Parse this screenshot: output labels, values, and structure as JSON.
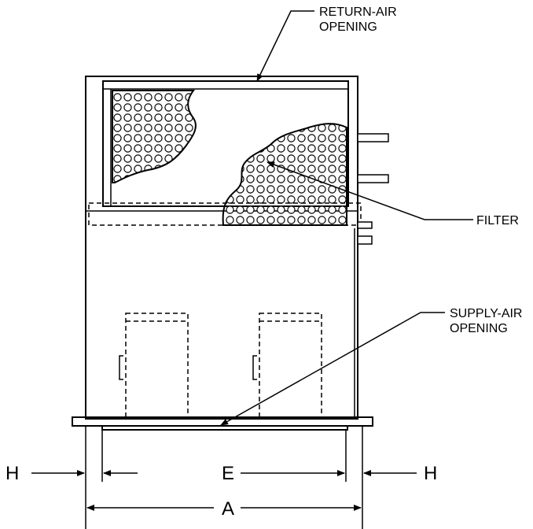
{
  "callouts": {
    "return_air": [
      "RETURN-AIR",
      "OPENING"
    ],
    "filter": "FILTER",
    "supply_air": [
      "SUPPLY-AIR",
      "OPENING"
    ]
  },
  "dimensions": {
    "h_left": "H",
    "e": "E",
    "h_right": "H",
    "a": "A"
  },
  "colors": {
    "line": "#000000",
    "background": "#ffffff"
  }
}
